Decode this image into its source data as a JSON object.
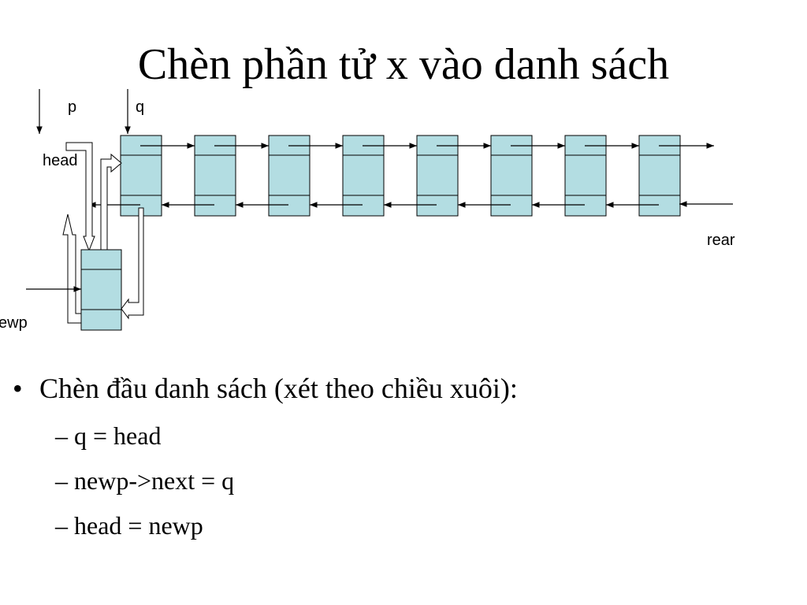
{
  "title": "Chèn phần tử x vào danh sách",
  "diagram": {
    "labels": {
      "p": "p",
      "q": "q",
      "head": "head",
      "rear": "rear",
      "newp": "ewp"
    },
    "node_count": 8,
    "colors": {
      "node_fill": "#b3dde2",
      "stroke": "#000000",
      "pointer_fill": "#ffffff"
    }
  },
  "bullets": {
    "main": "Chèn đầu danh sách (xét theo chiều xuôi):",
    "bullet_symbol": "•",
    "dash_symbol": "–",
    "steps": [
      "q = head",
      "newp->next = q",
      "head = newp"
    ]
  }
}
